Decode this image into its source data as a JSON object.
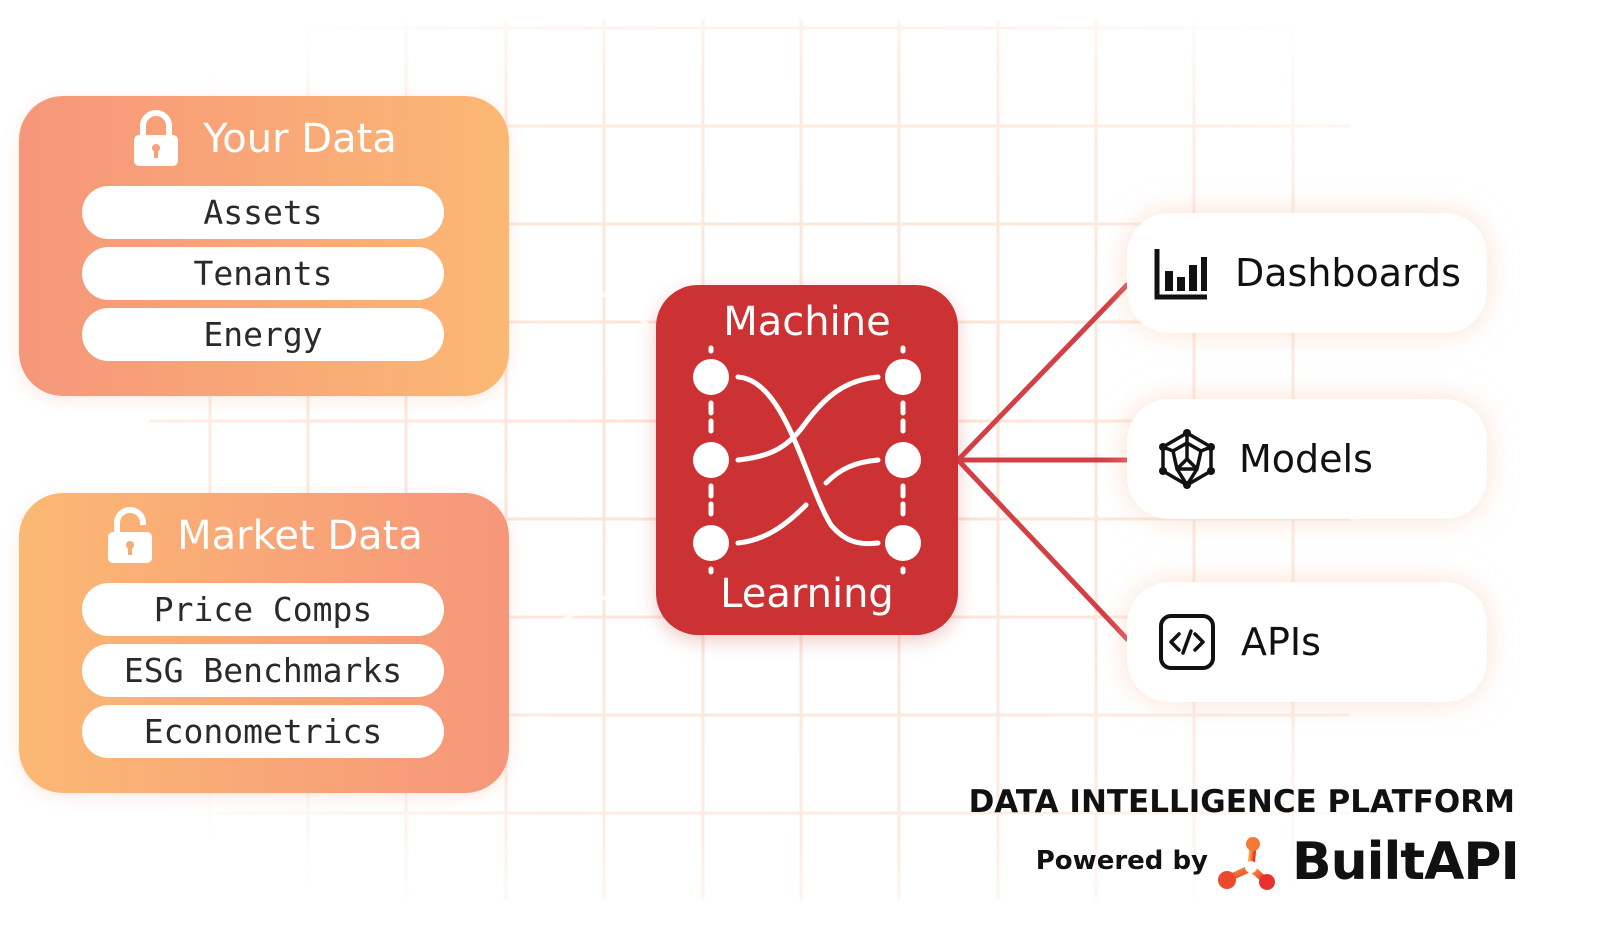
{
  "sources": [
    {
      "title": "Your Data",
      "icon": "lock-closed-icon",
      "items": [
        "Assets",
        "Tenants",
        "Energy"
      ]
    },
    {
      "title": "Market Data",
      "icon": "lock-open-icon",
      "items": [
        "Price Comps",
        "ESG Benchmarks",
        "Econometrics"
      ]
    }
  ],
  "processor": {
    "line1": "Machine",
    "line2": "Learning",
    "icon": "neural-network-icon"
  },
  "outputs": [
    {
      "label": "Dashboards",
      "icon": "bar-chart-icon"
    },
    {
      "label": "Models",
      "icon": "network-cube-icon"
    },
    {
      "label": "APIs",
      "icon": "code-brackets-icon"
    }
  ],
  "footer": {
    "platform_title": "DATA INTELLIGENCE PLATFORM",
    "powered_by": "Powered by",
    "brand": "BuiltAPI"
  },
  "colors": {
    "accent_red": "#cc3233",
    "gradient_orange": "#fbb874",
    "gradient_coral": "#f6967a",
    "grid_line": "#fde3d6"
  }
}
